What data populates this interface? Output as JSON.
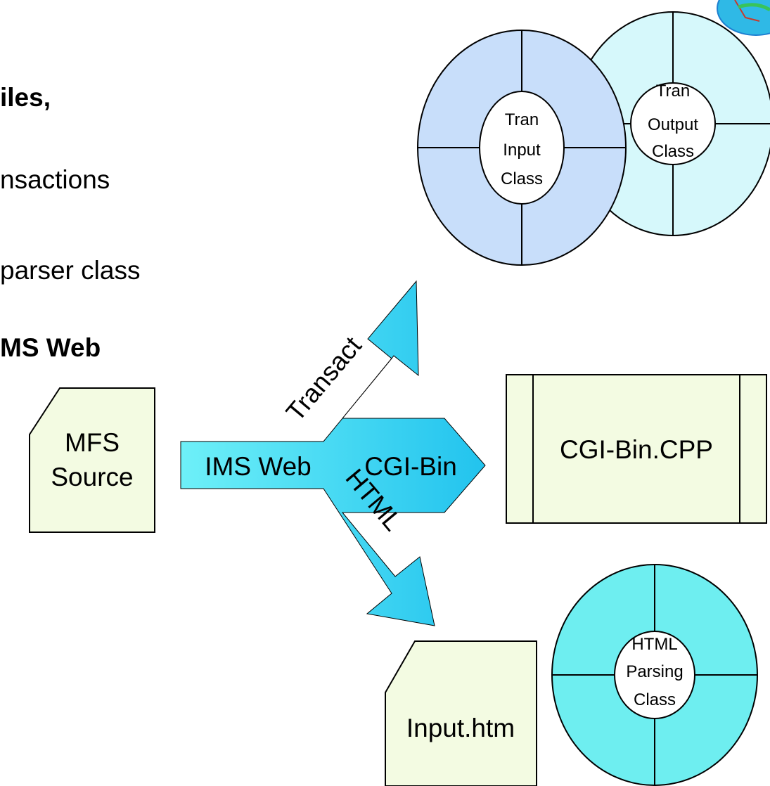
{
  "bullets": {
    "line1": "iles,",
    "line2": "nsactions",
    "line3": "parser class",
    "line4": "MS Web"
  },
  "shapes": {
    "mfs_source": [
      "MFS",
      "Source"
    ],
    "cgi_bin_cpp": "CGI-Bin.CPP",
    "input_htm": "Input.htm"
  },
  "classes": {
    "tran_input": [
      "Tran",
      "Input",
      "Class"
    ],
    "tran_output": [
      "Tran",
      "Output",
      "Class"
    ],
    "html_parsing": [
      "HTML",
      "Parsing",
      "Class"
    ]
  },
  "arrow": {
    "source_label": "IMS Web",
    "transact_label": "Transact",
    "cgi_label": "CGI-Bin",
    "html_label": "HTML"
  },
  "colors": {
    "file_fill": "#f3fbe2",
    "tran_input_fill": "#c8defa",
    "tran_output_fill": "#d6f8fb",
    "html_parsing_fill": "#6eeef0",
    "arrow_light": "#6ef0f8",
    "arrow_dark": "#22c3ee"
  }
}
